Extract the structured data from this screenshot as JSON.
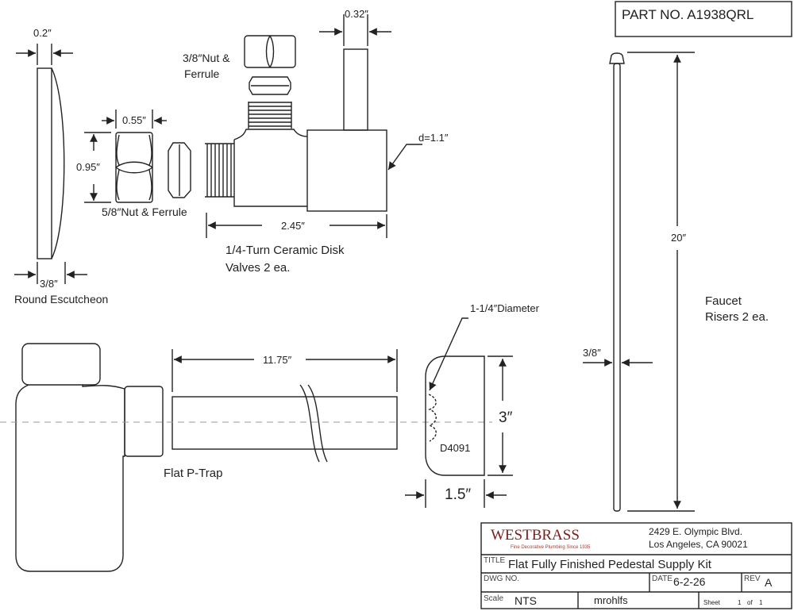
{
  "part_no": "PART NO. A1938QRL",
  "labels": {
    "nut_38": "3/8″Nut &",
    "nut_38_b": "Ferrule",
    "nut_58": "5/8″Nut & Ferrule",
    "valve_1": "1/4-Turn Ceramic Disk",
    "valve_2": "Valves 2 ea.",
    "escutcheon": "Round Escutcheon",
    "ptrap": "Flat P-Trap",
    "diameter": "1-1/4″Diameter",
    "d4091": "D4091",
    "risers_1": "Faucet",
    "risers_2": "Risers 2 ea."
  },
  "dimensions": {
    "d_02": "0.2″",
    "d_055": "0.55″",
    "d_095": "0.95″",
    "d_38_esc": "3/8″",
    "d_032": "0.32″",
    "d_11": "d=1.1″",
    "d_245": "2.45″",
    "d_1175": "11.75″",
    "d_3": "3″",
    "d_15": "1.5″",
    "d_20": "20″",
    "d_38_riser": "3/8″"
  },
  "title_block": {
    "brand": "WESTBRASS",
    "tagline": "Fine Decorative Plumbing Since 1935",
    "address_1": "2429 E. Olympic Blvd.",
    "address_2": "Los Angeles, CA 90021",
    "title_label": "TITLE",
    "title": "Flat Fully Finished Pedestal Supply Kit",
    "dwg_label": "DWG NO.",
    "date_label": "DATE",
    "date": "6-2-26",
    "rev_label": "REV",
    "rev": "A",
    "scale_label": "Scale",
    "scale": "NTS",
    "drawn_by": "mrohlfs",
    "sheet_label": "Sheet",
    "sheet": "1",
    "of_label": "of",
    "sheets": "1"
  },
  "colors": {
    "brand": "#7a1f1a",
    "tagline": "#a04030"
  }
}
